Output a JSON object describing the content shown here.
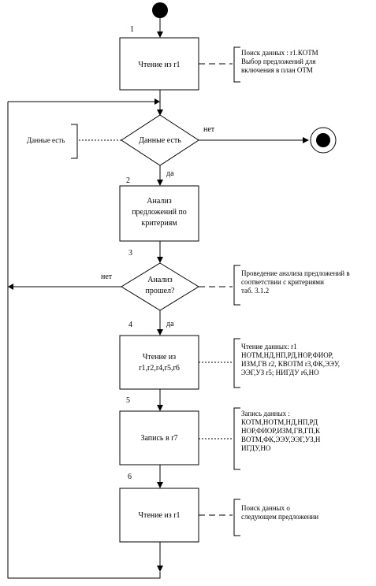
{
  "steps": {
    "s1": {
      "number": "1",
      "label": [
        "Чтение из r1"
      ]
    },
    "d1": {
      "label": [
        "Данные есть"
      ]
    },
    "s2": {
      "number": "2",
      "label": [
        "Анализ",
        "предложений по",
        "критериям"
      ]
    },
    "d2": {
      "number": "3",
      "label": [
        "Анализ",
        "прошел?"
      ]
    },
    "s4": {
      "number": "4",
      "label": [
        "Чтение из",
        "r1,r2,r4,r5,r6"
      ]
    },
    "s5": {
      "number": "5",
      "label": [
        "Запись в r7"
      ]
    },
    "s6": {
      "number": "6",
      "label": [
        "Чтение из r1"
      ]
    }
  },
  "branches": {
    "d1_no": "нет",
    "d1_yes": "да",
    "d2_no": "нет",
    "d2_yes": "да"
  },
  "notes": {
    "n1": [
      "Поиск данных : r1.КОТМ",
      "Выбор предложений для",
      "включения в план ОТМ"
    ],
    "n_left": [
      "Данные есть"
    ],
    "n2": [
      "Проведение анализа предложений в",
      "соответствии с критериями",
      "таб. 3.1.2"
    ],
    "n3": [
      "Чтение данных: r1",
      "НОТМ,НД,НП,РД,НОР,ФИОР,",
      "ИЗМ,ГВ r2, КВОТМ r3,ФК,ЭЭУ,",
      "ЭЭГ,УЗ r5; НИГДУ r6,НО"
    ],
    "n4": [
      "Запись данных :",
      "КОТМ,НОТМ,НД,НП,РД",
      "НОР,ФИОР,ИЗМ,ГВ,ГП,К",
      "ВОТМ,ФК,ЭЭУ,ЭЭГ,УЗ,Н",
      "ИГДУ,НО"
    ],
    "n5": [
      "Поиск данных о",
      "следующем предложении"
    ]
  }
}
